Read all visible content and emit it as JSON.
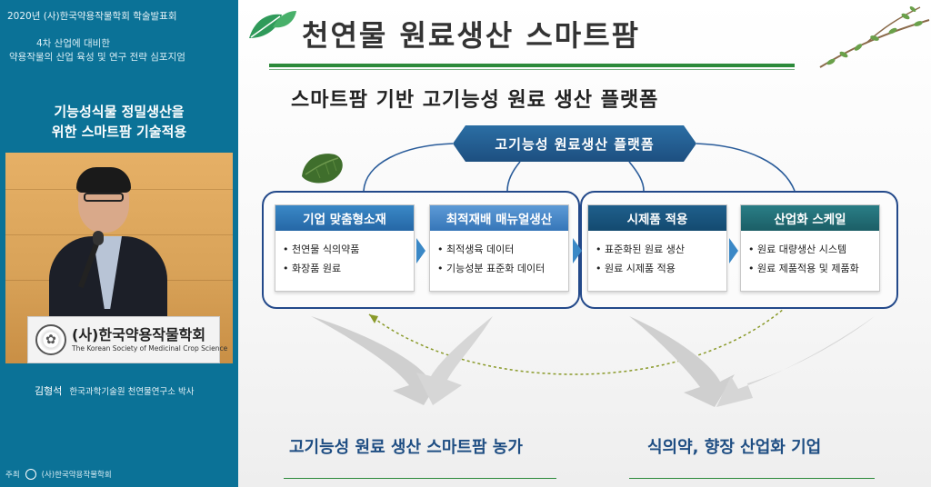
{
  "left_panel": {
    "event_title": "2020년 (사)한국약용작물학회 학술발표회",
    "subtitle_line1": "4차 산업에 대비한",
    "subtitle_line2": "약용작물의 산업 육성 및 연구 전략 심포지엄",
    "talk_title_line1": "기능성식물 정밀생산을",
    "talk_title_line2": "위한 스마트팜 기술적용",
    "podium_name": "(사)한국약용작물학회",
    "podium_english": "The Korean Society of Medicinal Crop Science",
    "speaker_name": "김형석",
    "speaker_affiliation": "한국과학기술원 천연물연구소 박사",
    "host_label": "주최",
    "host_name": "(사)한국약용작물학회"
  },
  "slide": {
    "title": "천연물 원료생산 스마트팜",
    "subtitle": "스마트팜 기반 고기능성 원료 생산 플랫폼",
    "platform_label": "고기능성 원료생산 플랫폼",
    "cards": [
      {
        "header": "기업 맞춤형소재",
        "items": [
          "천연물 식의약품",
          "화장품 원료"
        ]
      },
      {
        "header": "최적재배 매뉴얼생산",
        "items": [
          "최적생육 데이터",
          "기능성분 표준화 데이터"
        ]
      },
      {
        "header": "시제품 적용",
        "items": [
          "표준화된 원료 생산",
          "원료 시제품 적용"
        ]
      },
      {
        "header": "산업화 스케일",
        "items": [
          "원료 대량생산 시스템",
          "원료 제품적용 및 제품화"
        ]
      }
    ],
    "outcome_left": "고기능성 원료 생산 스마트팜 농가",
    "outcome_right": "식의약, 향장 산업화 기업",
    "colors": {
      "accent_green": "#2c8a3a",
      "platform_blue": "#1d4f80",
      "group_border": "#23498a",
      "outcome_text": "#1f4e83",
      "left_panel_bg": "#0b7297"
    }
  }
}
